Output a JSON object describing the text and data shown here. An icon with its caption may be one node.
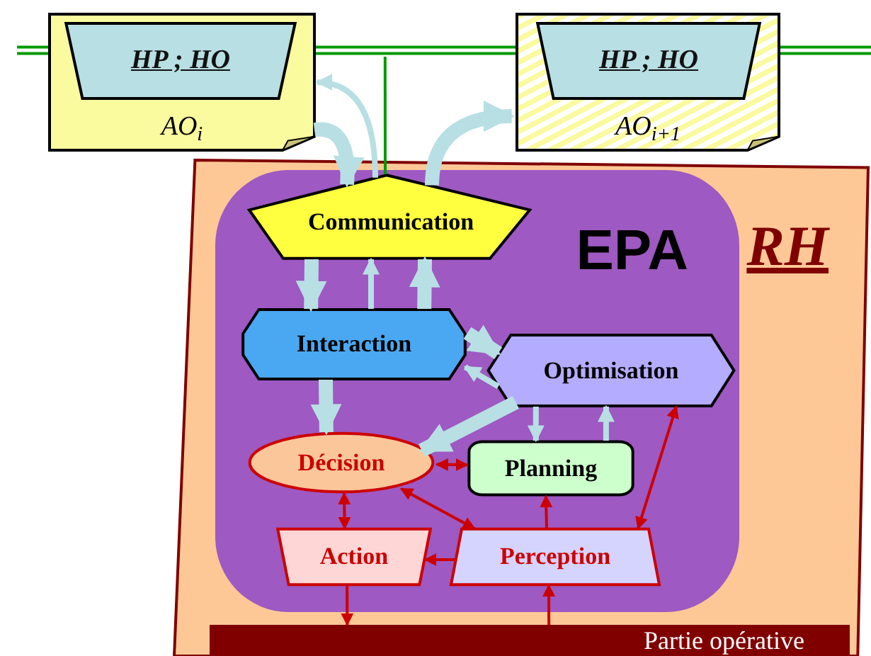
{
  "diagram": {
    "nodes": [
      {
        "text": [
          "AO$_{i}$"
        ]
      },
      {
        "text": [
          "HP ; HO"
        ],
        "in": 0
      },
      {
        "text": [
          "AO$_{i+1}$"
        ]
      },
      {
        "text": [
          "HP ; HO"
        ],
        "in": 2
      },
      {
        "text": [
          "RH"
        ]
      },
      {
        "text": [
          "EPA"
        ],
        "in": 4
      },
      {
        "text": [
          "Communication"
        ],
        "in": 5
      },
      {
        "text": [
          "Interaction"
        ],
        "in": 5
      },
      {
        "text": [
          "Optimisation"
        ],
        "in": 5
      },
      {
        "text": [
          "Décision"
        ],
        "in": 5
      },
      {
        "text": [
          "Planning"
        ],
        "in": 5
      },
      {
        "text": [
          "Action"
        ],
        "in": 5
      },
      {
        "text": [
          "Perception"
        ],
        "in": 5
      },
      {
        "text": [
          "Partie opérative"
        ],
        "in": 4
      },
      {
        "text": [],
        "shape": "bar"
      }
    ],
    "edges": [
      {
        "from": 0,
        "to": 6,
        "arrow": "to",
        "style": "thick"
      },
      {
        "from": 6,
        "to": 0,
        "arrow": "to"
      },
      {
        "from": 6,
        "to": 2,
        "arrow": "to",
        "style": "thick"
      },
      {
        "from": 6,
        "to": 7,
        "arrow": "to",
        "style": "thick"
      },
      {
        "from": 7,
        "to": 6,
        "arrow": "to"
      },
      {
        "from": 7,
        "to": 6,
        "arrow": "to",
        "style": "thick"
      },
      {
        "from": 7,
        "to": 8,
        "arrow": "to",
        "style": "thick"
      },
      {
        "from": 8,
        "to": 7,
        "arrow": "to"
      },
      {
        "from": 7,
        "to": 9,
        "arrow": "to",
        "style": "thick"
      },
      {
        "from": 8,
        "to": 9,
        "arrow": "to",
        "style": "thick"
      },
      {
        "from": 8,
        "to": 10,
        "arrow": "to"
      },
      {
        "from": 10,
        "to": 8,
        "arrow": "to"
      },
      {
        "from": 9,
        "to": 10,
        "arrow": "both",
        "color": "#cc0000"
      },
      {
        "from": 9,
        "to": 11,
        "arrow": "both",
        "color": "#cc0000"
      },
      {
        "from": 9,
        "to": 12,
        "arrow": "both",
        "color": "#cc0000"
      },
      {
        "from": 12,
        "to": 11,
        "arrow": "to",
        "color": "#cc0000"
      },
      {
        "from": 12,
        "to": 10,
        "arrow": "to",
        "color": "#cc0000"
      },
      {
        "from": 12,
        "to": 8,
        "arrow": "both",
        "color": "#cc0000"
      },
      {
        "from": 11,
        "to": 13,
        "arrow": "to",
        "color": "#cc0000"
      },
      {
        "from": 13,
        "to": 12,
        "arrow": "to",
        "color": "#cc0000"
      },
      {
        "from": 14,
        "to": 6,
        "arrow": "none",
        "color": "#009900"
      }
    ]
  }
}
